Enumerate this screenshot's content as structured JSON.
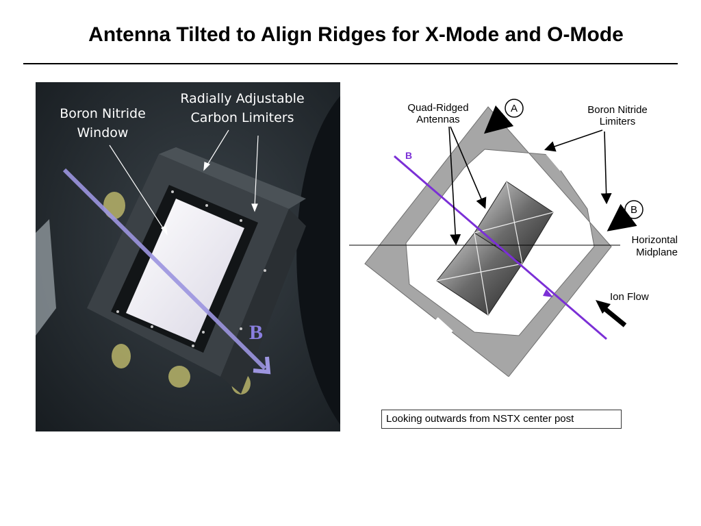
{
  "slide": {
    "title": "Antenna Tilted to Align Ridges for X-Mode and O-Mode"
  },
  "photo": {
    "label_window_line1": "Boron Nitride",
    "label_window_line2": "Window",
    "label_limiters_line1": "Radially Adjustable",
    "label_limiters_line2": "Carbon Limiters",
    "field_label": "B"
  },
  "schematic": {
    "antennas_line1": "Quad-Ridged",
    "antennas_line2": "Antennas",
    "limiters_line1": "Boron Nitride",
    "limiters_line2": "Limiters",
    "marker_a": "A",
    "marker_b": "B",
    "field_label": "B",
    "midplane_line1": "Horizontal",
    "midplane_line2": "Midplane",
    "ion_flow": "Ion Flow",
    "colors": {
      "field_line": "#7b2fd6",
      "limiter": "#a6a6a6"
    }
  },
  "caption": {
    "text": "Looking outwards from NSTX center post"
  }
}
